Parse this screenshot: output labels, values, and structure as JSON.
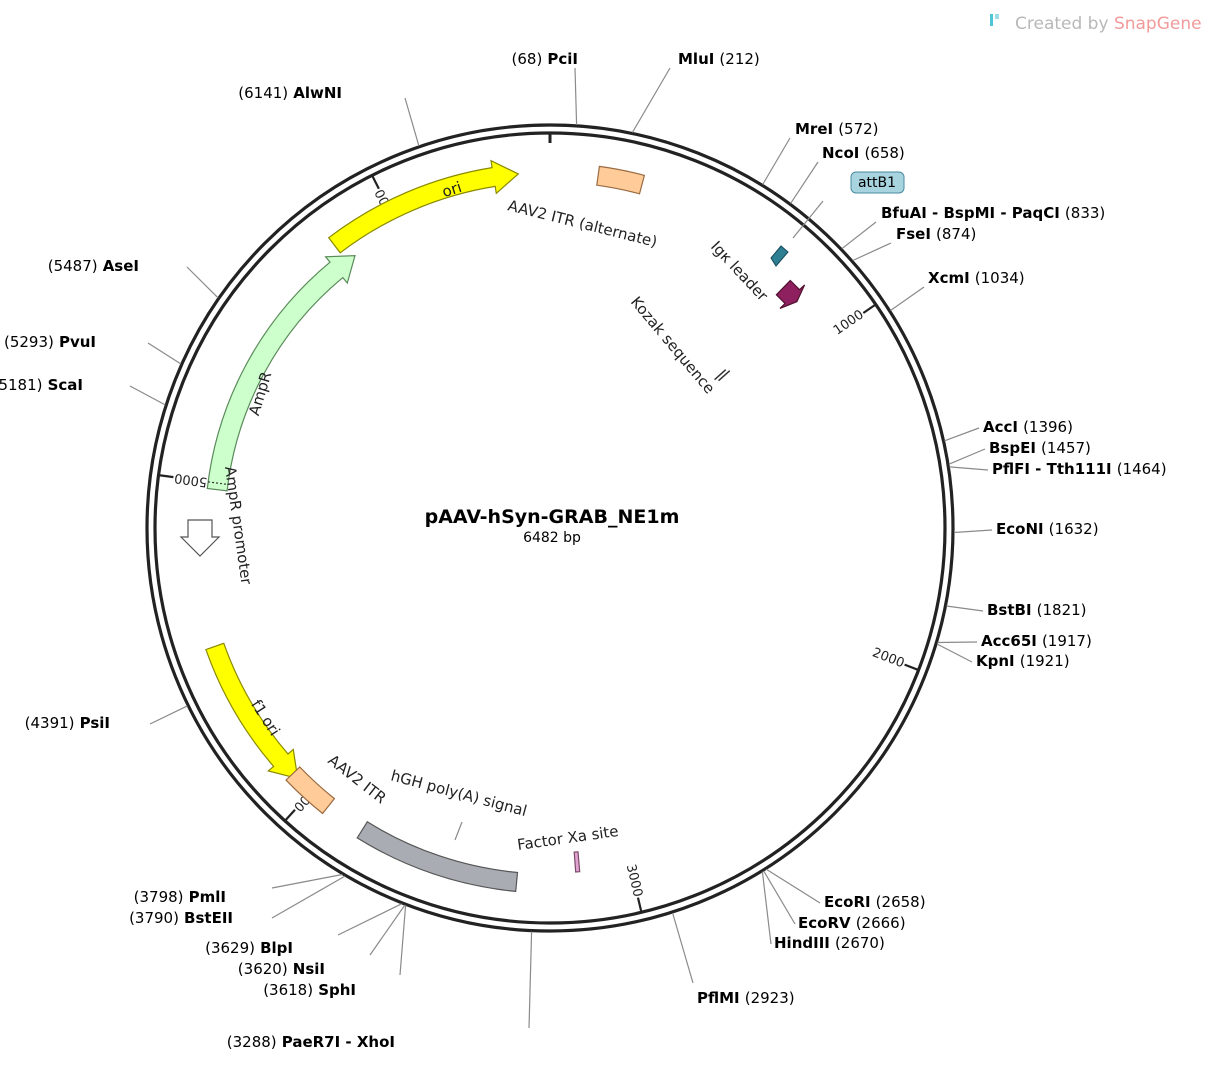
{
  "branding": {
    "prefix": "Created by",
    "brand": "SnapGene",
    "prefix_color": "#b8b8b8",
    "brand_color": "#f29a9a",
    "logo_color": "#4fc6d6"
  },
  "plasmid": {
    "name": "pAAV-hSyn-GRAB_NE1m",
    "length_label": "6482 bp",
    "length_bp": 6482
  },
  "ticks": [
    {
      "bp": 0,
      "label": ""
    },
    {
      "bp": 1000,
      "label": "1000"
    },
    {
      "bp": 2000,
      "label": "2000"
    },
    {
      "bp": 3000,
      "label": "3000"
    },
    {
      "bp": 4000,
      "label": "4000"
    },
    {
      "bp": 5000,
      "label": "5000"
    },
    {
      "bp": 6000,
      "label": "6000"
    }
  ],
  "features": [
    {
      "id": "ori",
      "name": "ori",
      "start": 5810,
      "end": 6390,
      "strand": 1,
      "color": "#ffff00",
      "stroke": "#8a8a00",
      "ring": 0,
      "label_inside": true
    },
    {
      "id": "aav2-itr-alt",
      "name": "AAV2 ITR (alternate)",
      "start": 140,
      "end": 270,
      "strand": 0,
      "color": "#ffcc99",
      "stroke": "#9a6a40",
      "ring": 0,
      "label_inside": false
    },
    {
      "id": "igk-leader",
      "name": "Igκ leader",
      "start": 795,
      "end": 855,
      "strand": 1,
      "color": "#8f2060",
      "stroke": "#50102f",
      "ring": 1,
      "label_inside": false
    },
    {
      "id": "kozak",
      "name": "Kozak sequence",
      "start": 870,
      "end": 880,
      "strand": 0,
      "color": "#ffffff",
      "stroke": "#333333",
      "ring": 3,
      "label_inside": false
    },
    {
      "id": "ampr",
      "name": "AmpR",
      "start": 4980,
      "end": 5841,
      "strand": 1,
      "color": "#ccffcc",
      "stroke": "#5a8a5a",
      "ring": 1,
      "label_inside": false
    },
    {
      "id": "ampr-promoter",
      "name": "AmpR promoter",
      "start": 4875,
      "end": 4980,
      "strand": 1,
      "color": "#ffffff",
      "stroke": "#555555",
      "ring": 1,
      "label_inside": false
    },
    {
      "id": "f1-ori",
      "name": "f1 ori",
      "start": 4055,
      "end": 4511,
      "strand": -1,
      "color": "#ffff00",
      "stroke": "#8a8a00",
      "ring": 0,
      "label_inside": true
    },
    {
      "id": "aav2-itr",
      "name": "AAV2 ITR",
      "start": 3935,
      "end": 4075,
      "strand": 0,
      "color": "#ffcc99",
      "stroke": "#9a6a40",
      "ring": 0,
      "label_inside": false
    },
    {
      "id": "hgh-polya",
      "name": "hGH poly(A) signal",
      "start": 3338,
      "end": 3815,
      "strand": 0,
      "color": "#a9adb3",
      "stroke": "#555555",
      "ring": 0,
      "label_inside": false
    },
    {
      "id": "factor-xa",
      "name": "Factor Xa site",
      "start": 3152,
      "end": 3164,
      "strand": 0,
      "color": "#e3a3d0",
      "stroke": "#7a4a6a",
      "ring": 1,
      "label_inside": false
    }
  ],
  "binding_sites": [
    {
      "id": "attb1",
      "name": "attB1",
      "color": "#a8d4e0",
      "stroke": "#4a8aa0"
    }
  ],
  "sites": [
    {
      "name": "PciI",
      "pos": "68",
      "bp": 68
    },
    {
      "name": "MluI",
      "pos": "212",
      "bp": 212
    },
    {
      "name": "MreI",
      "pos": "572",
      "bp": 572
    },
    {
      "name": "NcoI",
      "pos": "658",
      "bp": 658
    },
    {
      "name": "BfuAI - BspMI - PaqCI",
      "pos": "833",
      "bp": 833
    },
    {
      "name": "FseI",
      "pos": "874",
      "bp": 874
    },
    {
      "name": "XcmI",
      "pos": "1034",
      "bp": 1034
    },
    {
      "name": "AccI",
      "pos": "1396",
      "bp": 1396
    },
    {
      "name": "BspEI",
      "pos": "1457",
      "bp": 1457
    },
    {
      "name": "PflFI - Tth111I",
      "pos": "1464",
      "bp": 1464
    },
    {
      "name": "EcoNI",
      "pos": "1632",
      "bp": 1632
    },
    {
      "name": "BstBI",
      "pos": "1821",
      "bp": 1821
    },
    {
      "name": "Acc65I",
      "pos": "1917",
      "bp": 1917
    },
    {
      "name": "KpnI",
      "pos": "1921",
      "bp": 1921
    },
    {
      "name": "EcoRI",
      "pos": "2658",
      "bp": 2658
    },
    {
      "name": "EcoRV",
      "pos": "2666",
      "bp": 2666
    },
    {
      "name": "HindIII",
      "pos": "2670",
      "bp": 2670
    },
    {
      "name": "PflMI",
      "pos": "2923",
      "bp": 2923
    },
    {
      "name": "PaeR7I - XhoI",
      "pos": "3288",
      "bp": 3288
    },
    {
      "name": "SphI",
      "pos": "3618",
      "bp": 3618
    },
    {
      "name": "NsiI",
      "pos": "3620",
      "bp": 3620
    },
    {
      "name": "BlpI",
      "pos": "3629",
      "bp": 3629
    },
    {
      "name": "BstEII",
      "pos": "3790",
      "bp": 3790
    },
    {
      "name": "PmlI",
      "pos": "3798",
      "bp": 3798
    },
    {
      "name": "PsiI",
      "pos": "4391",
      "bp": 4391
    },
    {
      "name": "ScaI",
      "pos": "5181",
      "bp": 5181
    },
    {
      "name": "PvuI",
      "pos": "5293",
      "bp": 5293
    },
    {
      "name": "AseI",
      "pos": "5487",
      "bp": 5487
    },
    {
      "name": "AlwNI",
      "pos": "6141",
      "bp": 6141
    }
  ]
}
